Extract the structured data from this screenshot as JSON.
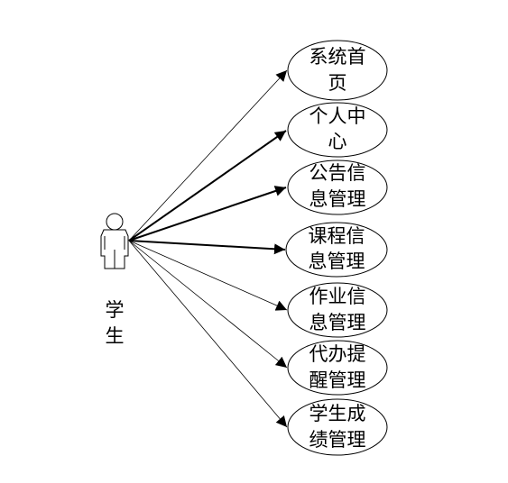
{
  "actor": {
    "label_lines": [
      "学",
      "生"
    ]
  },
  "use_cases": [
    {
      "lines": [
        "系统首",
        "页"
      ]
    },
    {
      "lines": [
        "个人中",
        "心"
      ]
    },
    {
      "lines": [
        "公告信",
        "息管理"
      ]
    },
    {
      "lines": [
        "课程信",
        "息管理"
      ]
    },
    {
      "lines": [
        "作业信",
        "息管理"
      ]
    },
    {
      "lines": [
        "代办提",
        "醒管理"
      ]
    },
    {
      "lines": [
        "学生成",
        "绩管理"
      ]
    }
  ]
}
